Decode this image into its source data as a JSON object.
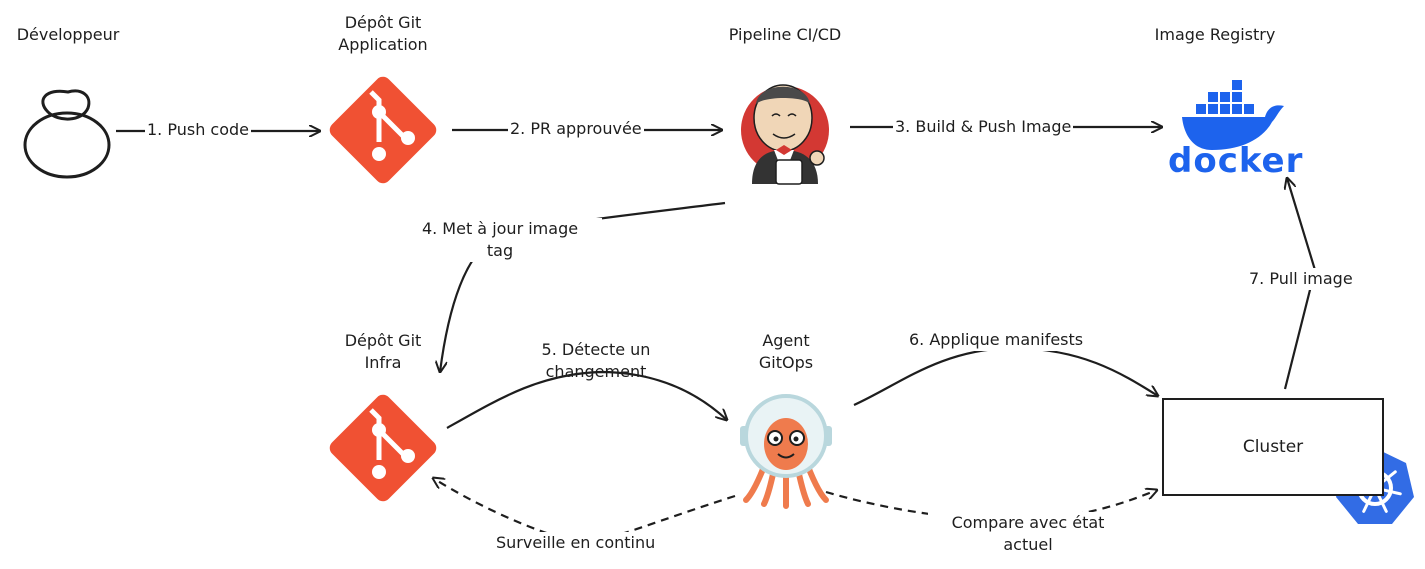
{
  "nodes": {
    "developer": {
      "title": "Développeur",
      "icon": "person-icon"
    },
    "app_repo": {
      "title_line1": "Dépôt Git",
      "title_line2": "Application",
      "icon": "git-icon",
      "color": "#f05133"
    },
    "pipeline": {
      "title": "Pipeline CI/CD",
      "icon": "jenkins-icon"
    },
    "registry": {
      "title": "Image Registry",
      "icon": "docker-icon",
      "brand_text": "docker",
      "color": "#1d63ed"
    },
    "infra_repo": {
      "title_line1": "Dépôt Git",
      "title_line2": "Infra",
      "icon": "git-icon",
      "color": "#f05133"
    },
    "agent": {
      "title_line1": "Agent",
      "title_line2": "GitOps",
      "icon": "argo-icon"
    },
    "cluster": {
      "label": "Cluster",
      "icon": "kubernetes-icon",
      "color": "#326ce5"
    }
  },
  "edges": [
    {
      "id": "e1",
      "label": "1. Push code",
      "style": "solid"
    },
    {
      "id": "e2",
      "label": "2. PR approuvée",
      "style": "solid"
    },
    {
      "id": "e3",
      "label": "3. Build & Push Image",
      "style": "solid"
    },
    {
      "id": "e4",
      "label_line1": "4. Met à jour image",
      "label_line2": "tag",
      "style": "solid"
    },
    {
      "id": "e5",
      "label_line1": "5. Détecte un",
      "label_line2": "changement",
      "style": "solid"
    },
    {
      "id": "e6",
      "label": "6. Applique manifests",
      "style": "solid"
    },
    {
      "id": "e7",
      "label": "7. Pull image",
      "style": "solid"
    },
    {
      "id": "e8",
      "label": "Surveille en continu",
      "style": "dashed"
    },
    {
      "id": "e9",
      "label_line1": "Compare avec état",
      "label_line2": "actuel",
      "style": "dashed"
    }
  ]
}
